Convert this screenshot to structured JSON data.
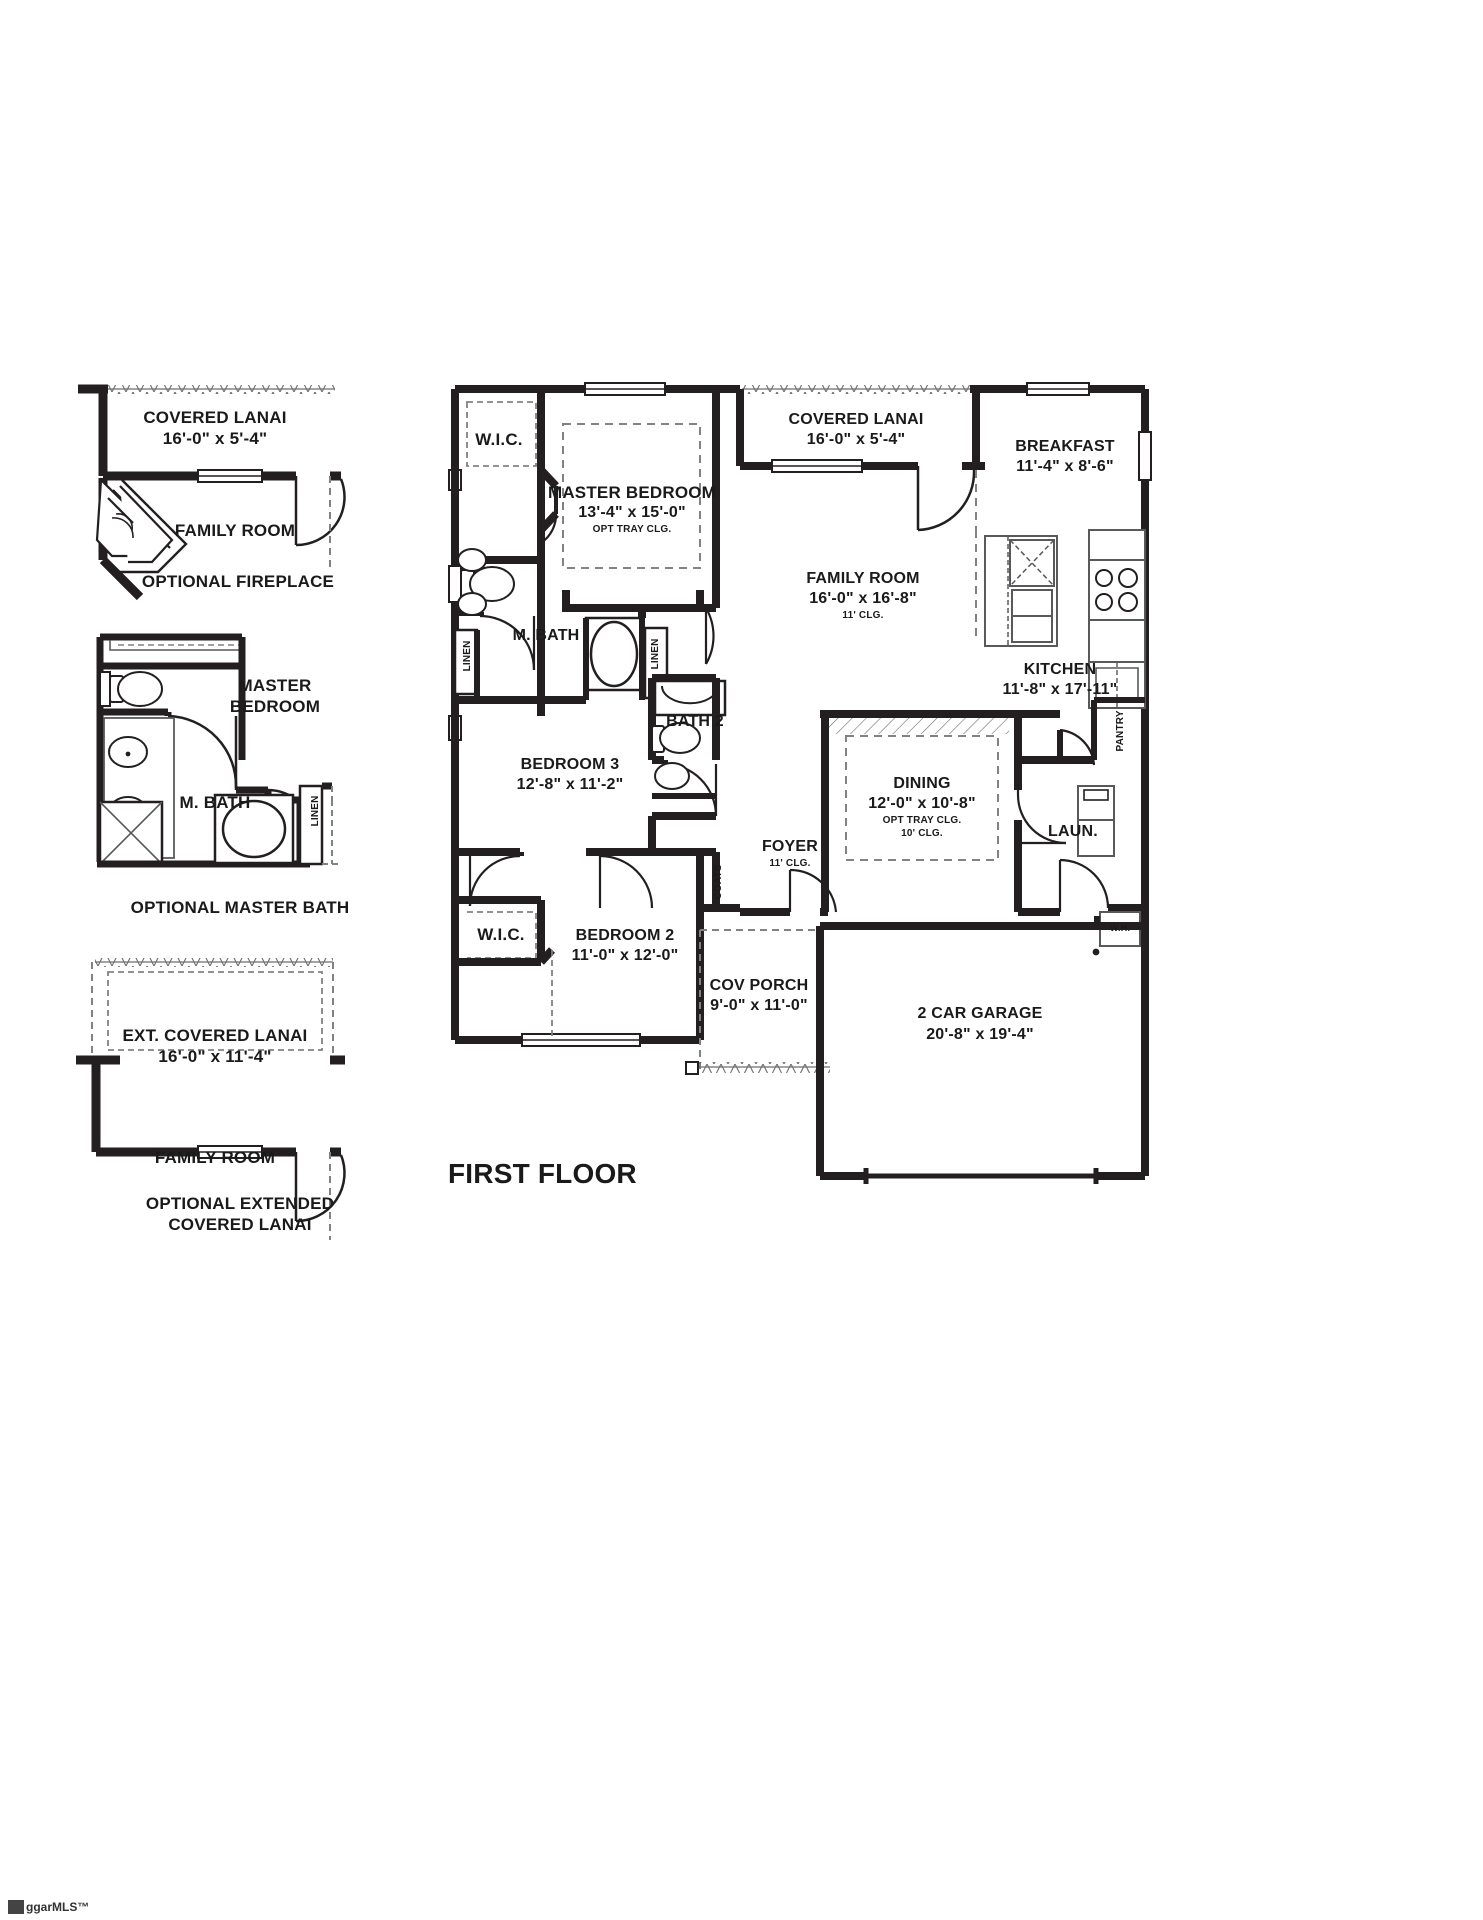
{
  "document": {
    "type": "residential-floor-plan",
    "main_plan_title": "FIRST FLOOR",
    "watermark": "ggarMLS™"
  },
  "main_floor": {
    "title": "FIRST FLOOR",
    "rooms": [
      {
        "name": "W.I.C.",
        "label": "W.I.C.",
        "dimensions": "",
        "note": ""
      },
      {
        "name": "master-bedroom",
        "label": "MASTER BEDROOM",
        "dimensions": "13'-4\" x 15'-0\"",
        "note": "OPT TRAY CLG."
      },
      {
        "name": "covered-lanai",
        "label": "COVERED LANAI",
        "dimensions": "16'-0\" x 5'-4\"",
        "note": ""
      },
      {
        "name": "breakfast",
        "label": "BREAKFAST",
        "dimensions": "11'-4\" x 8'-6\"",
        "note": ""
      },
      {
        "name": "family-room",
        "label": "FAMILY ROOM",
        "dimensions": "16'-0\" x 16'-8\"",
        "note": "11' CLG."
      },
      {
        "name": "m-bath",
        "label": "M. BATH",
        "dimensions": "",
        "note": ""
      },
      {
        "name": "kitchen",
        "label": "KITCHEN",
        "dimensions": "11'-8\" x 17'-11\"",
        "note": ""
      },
      {
        "name": "bath-2",
        "label": "BATH 2",
        "dimensions": "",
        "note": ""
      },
      {
        "name": "bedroom-3",
        "label": "BEDROOM 3",
        "dimensions": "12'-8\" x 11'-2\"",
        "note": ""
      },
      {
        "name": "dining",
        "label": "DINING",
        "dimensions": "12'-0\" x 10'-8\"",
        "note": "OPT TRAY CLG.",
        "note2": "10' CLG."
      },
      {
        "name": "laundry",
        "label": "LAUN.",
        "dimensions": "",
        "note": ""
      },
      {
        "name": "foyer",
        "label": "FOYER",
        "dimensions": "",
        "note": "11' CLG."
      },
      {
        "name": "wic-2",
        "label": "W.I.C.",
        "dimensions": "",
        "note": ""
      },
      {
        "name": "bedroom-2",
        "label": "BEDROOM 2",
        "dimensions": "11'-0\" x 12'-0\"",
        "note": ""
      },
      {
        "name": "cov-porch",
        "label": "COV PORCH",
        "dimensions": "9'-0\" x 11'-0\"",
        "note": ""
      },
      {
        "name": "garage",
        "label": "2 CAR GARAGE",
        "dimensions": "20'-8\" x 19'-4\"",
        "note": ""
      }
    ],
    "small_labels": [
      {
        "name": "linen-1",
        "label": "LINEN"
      },
      {
        "name": "linen-2",
        "label": "LINEN"
      },
      {
        "name": "pantry",
        "label": "PANTRY"
      },
      {
        "name": "coats",
        "label": "COATS"
      },
      {
        "name": "water-heater",
        "label": "W.H."
      }
    ]
  },
  "options": [
    {
      "name": "optional-fireplace",
      "caption": "OPTIONAL FIREPLACE",
      "room_label": "COVERED LANAI",
      "room_dimensions": "16'-0\" x 5'-4\"",
      "secondary_label": "FAMILY ROOM"
    },
    {
      "name": "optional-master-bath",
      "caption": "OPTIONAL MASTER BATH",
      "room_label": "MASTER BEDROOM",
      "secondary_label": "M. BATH",
      "linen_label": "LINEN"
    },
    {
      "name": "optional-extended-covered-lanai",
      "caption_line1": "OPTIONAL EXTENDED",
      "caption_line2": "COVERED LANAI",
      "room_label": "EXT. COVERED LANAI",
      "room_dimensions": "16'-0\" x 11'-4\"",
      "secondary_label": "FAMILY ROOM"
    }
  ],
  "colors": {
    "wall": "#231f20",
    "thin_line": "#58595b",
    "dashed": "#808285",
    "background": "#ffffff",
    "text": "#1a1a1a"
  }
}
